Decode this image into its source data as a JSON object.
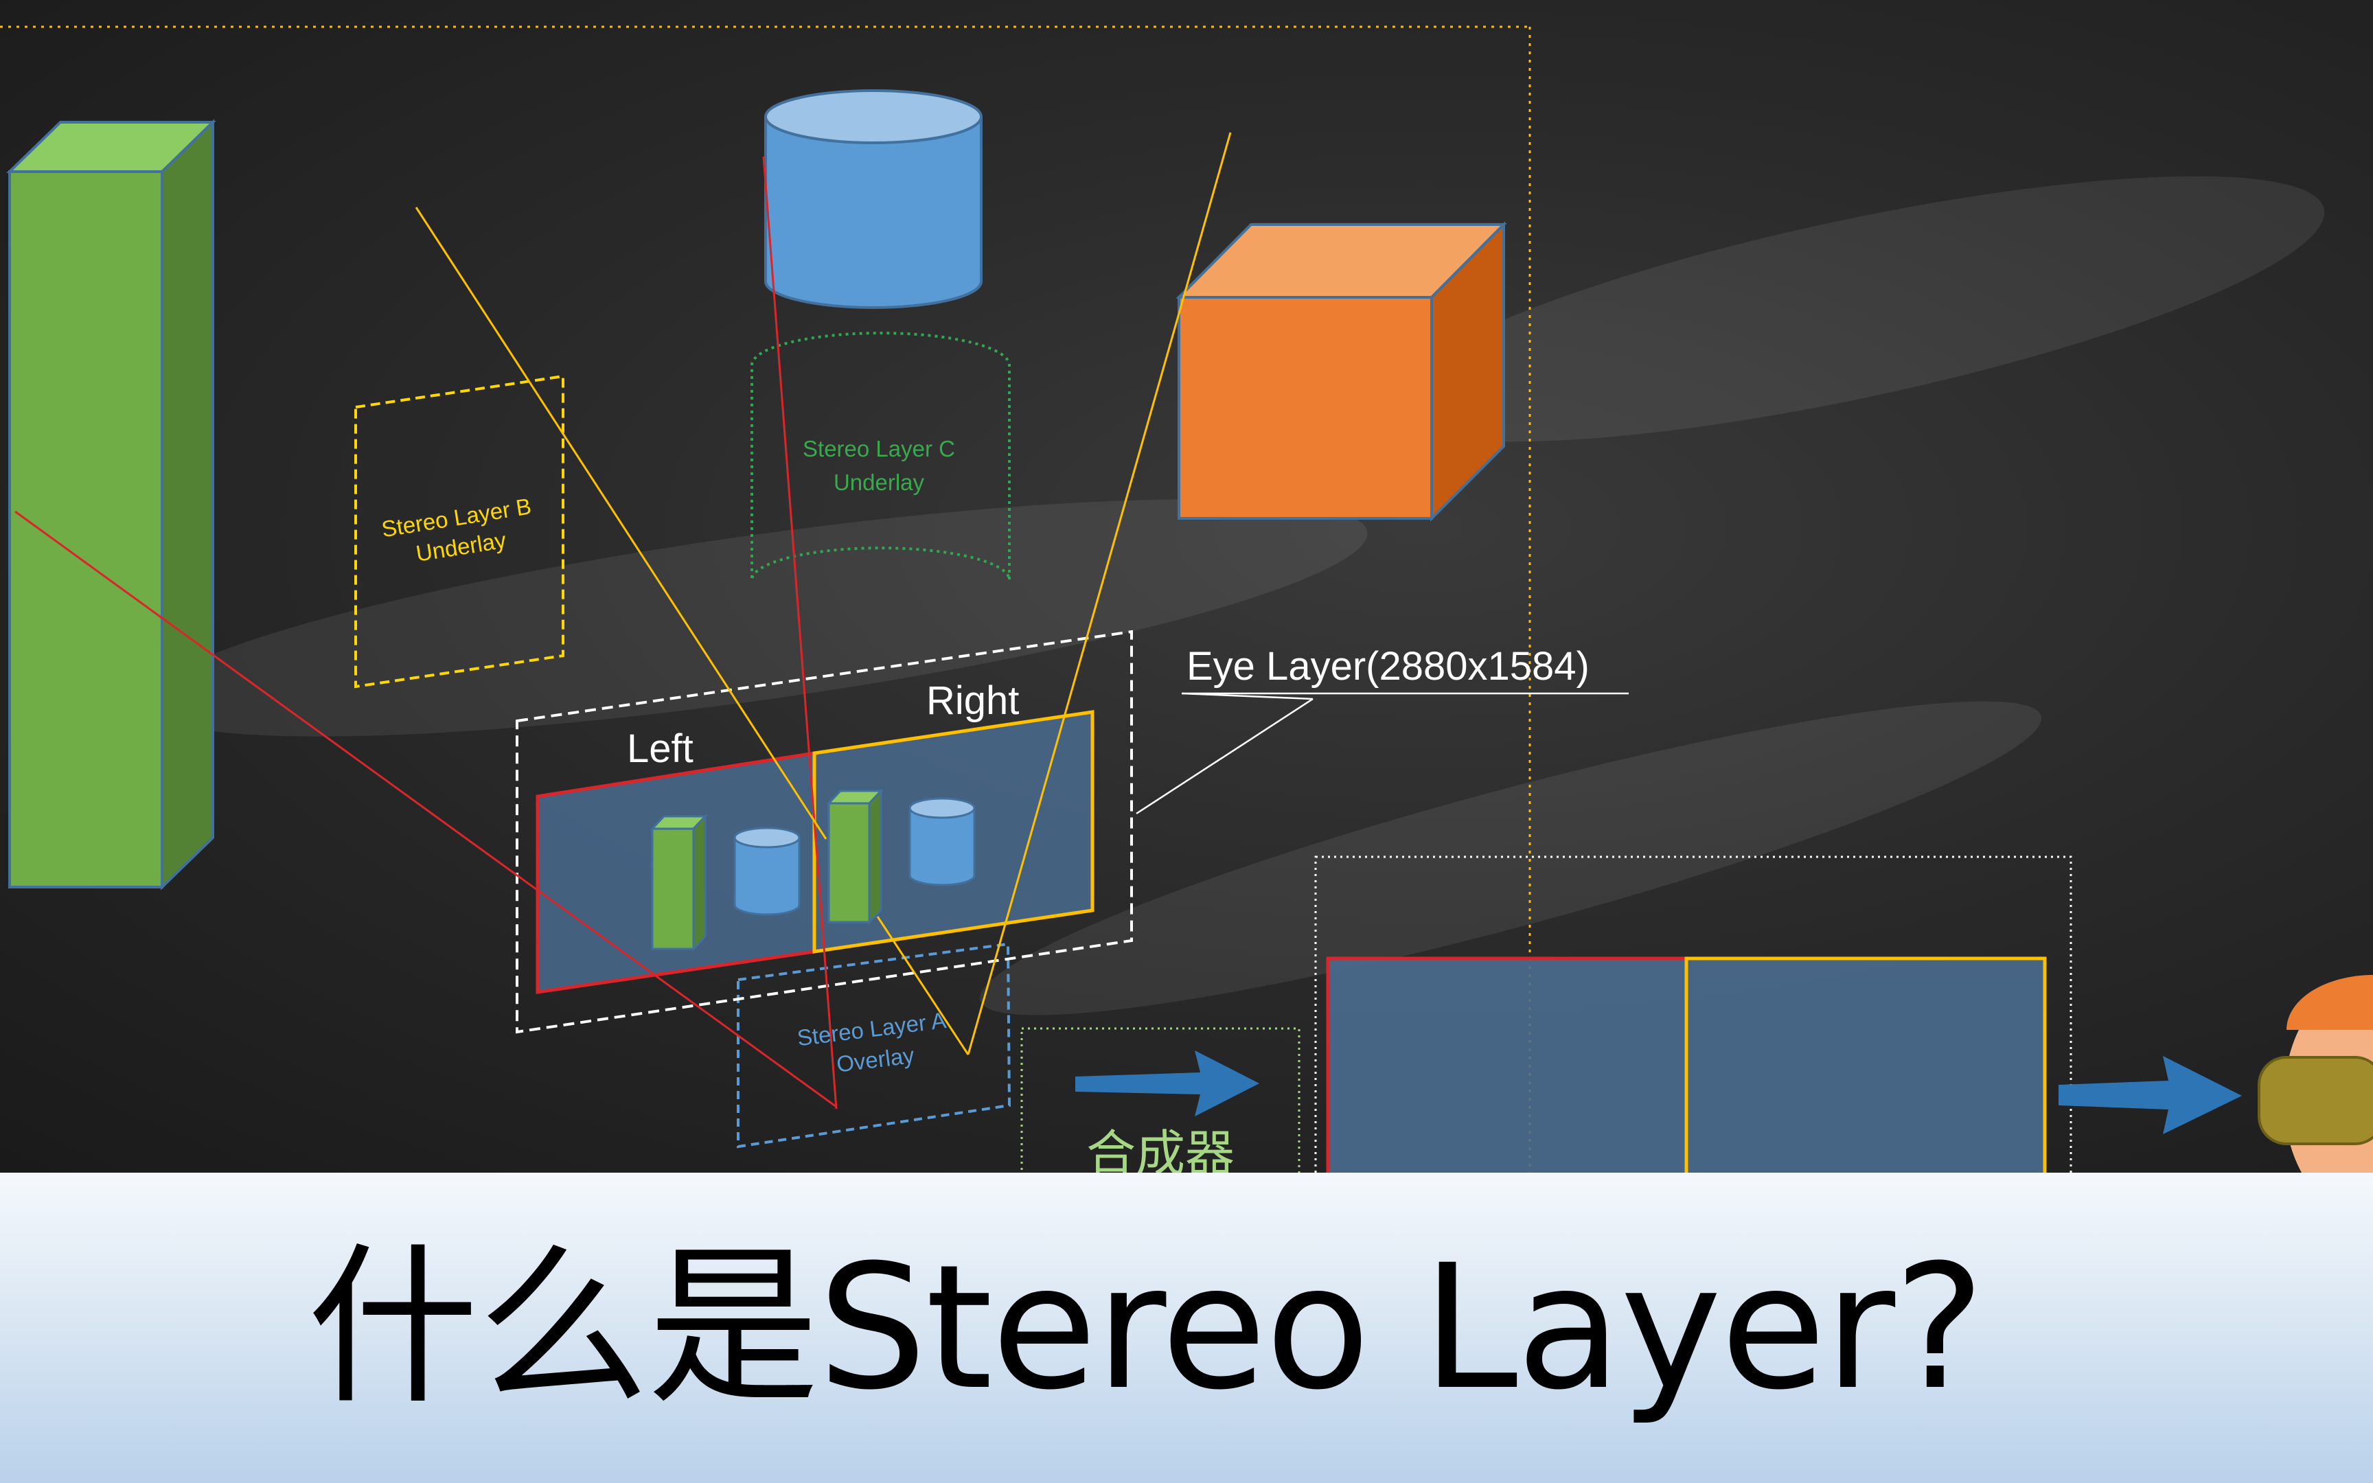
{
  "diagram": {
    "stereo_layer_b": {
      "line1": "Stereo Layer B",
      "line2": "Underlay"
    },
    "stereo_layer_c": {
      "line1": "Stereo Layer C",
      "line2": "Underlay"
    },
    "stereo_layer_a": {
      "line1": "Stereo Layer A",
      "line2": "Overlay"
    },
    "left_label": "Left",
    "right_label": "Right",
    "eye_layer_label": "Eye Layer(2880x1584)",
    "compositor_label": "合成器"
  },
  "banner": {
    "title": "什么是Stereo Layer?"
  },
  "colors": {
    "green": "#70ad47",
    "blue": "#5b9bd5",
    "orange": "#ed7d31",
    "red": "#d9262a",
    "yellow": "#ffc000",
    "panel": "#4a6b8f"
  },
  "icons": [
    "green-box-icon",
    "blue-cylinder-icon",
    "orange-cube-icon",
    "arrow-icon",
    "vr-headset-icon"
  ]
}
